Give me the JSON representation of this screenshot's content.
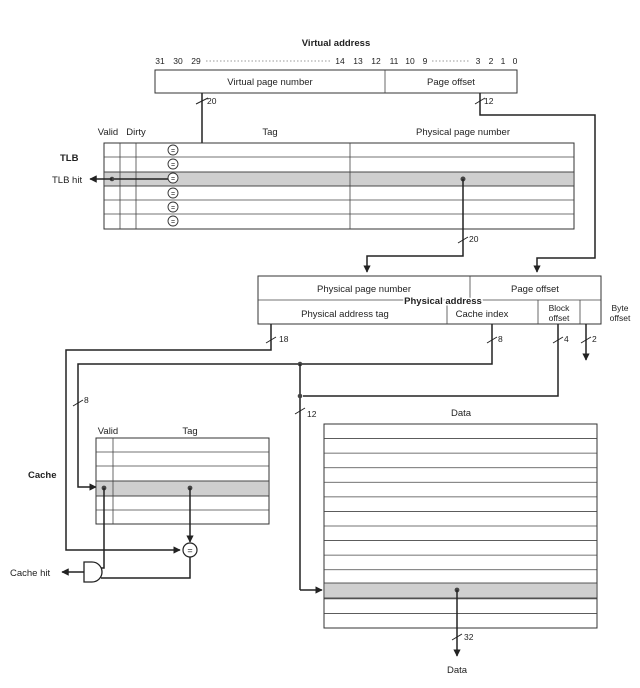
{
  "virtual_address": {
    "title": "Virtual address",
    "bit_labels": [
      "31",
      "30",
      "29",
      "14",
      "13",
      "12",
      "11",
      "10",
      "9",
      "3",
      "2",
      "1",
      "0"
    ],
    "vpn_label": "Virtual page number",
    "offset_label": "Page offset",
    "vpn_width": "20",
    "offset_width": "12"
  },
  "tlb": {
    "title": "TLB",
    "col_valid": "Valid",
    "col_dirty": "Dirty",
    "col_tag": "Tag",
    "col_ppn": "Physical page number",
    "hit_label": "TLB hit",
    "ppn_width": "20",
    "comparator": "="
  },
  "physical_address": {
    "title": "Physical address",
    "ppn_label": "Physical page number",
    "offset_label": "Page offset",
    "tag_label": "Physical address tag",
    "index_label": "Cache index",
    "block_offset_line1": "Block",
    "block_offset_line2": "offset",
    "byte_offset_line1": "Byte",
    "byte_offset_line2": "offset",
    "tag_width": "18",
    "index_width": "8",
    "block_width": "4",
    "byte_width": "2"
  },
  "cache": {
    "title": "Cache",
    "col_valid": "Valid",
    "col_tag": "Tag",
    "hit_label": "Cache hit",
    "index_width": "8",
    "data_label": "Data",
    "data_addr_width": "12",
    "out_width": "32",
    "out_label": "Data",
    "comparator": "="
  }
}
